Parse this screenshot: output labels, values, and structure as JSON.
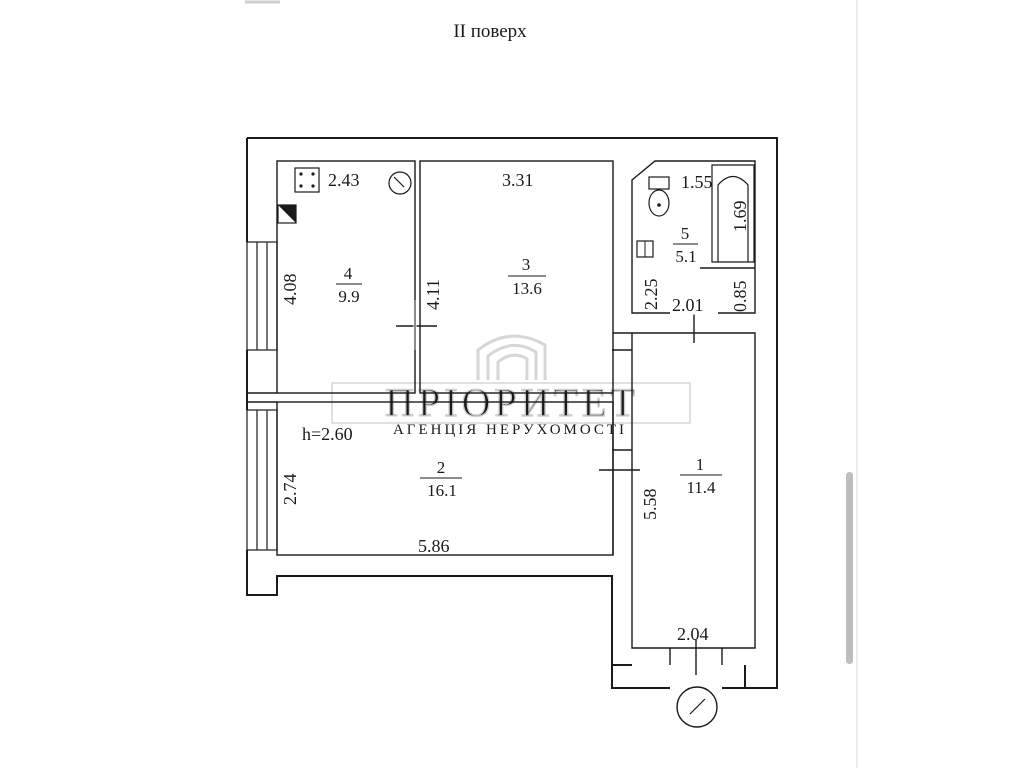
{
  "title": "II поверх",
  "ceiling_height": "h=2.60",
  "watermark": {
    "brand": "ПРІОРИТЕТ",
    "subtitle": "АГЕНЦІЯ НЕРУХОМОСТІ"
  },
  "rooms": [
    {
      "id": "1",
      "number": "1",
      "area": "11.4"
    },
    {
      "id": "2",
      "number": "2",
      "area": "16.1"
    },
    {
      "id": "3",
      "number": "3",
      "area": "13.6"
    },
    {
      "id": "4",
      "number": "4",
      "area": "9.9"
    },
    {
      "id": "5",
      "number": "5",
      "area": "5.1"
    }
  ],
  "dimensions": {
    "room4_width": "2.43",
    "room4_height": "4.08",
    "room3_width": "3.31",
    "room3_height": "4.11",
    "room5_width_top": "1.55",
    "room5_bath_length": "1.69",
    "room5_height": "2.25",
    "room5_width_bottom": "2.01",
    "room5_niche": "0.85",
    "room2_height": "2.74",
    "room2_width": "5.86",
    "room1_height": "5.58",
    "room1_width": "2.04"
  },
  "icons": [
    "stove-icon",
    "boiler-icon",
    "vent-shaft-icon",
    "toilet-icon",
    "sink-icon",
    "bathtub-icon",
    "entrance-icon"
  ]
}
